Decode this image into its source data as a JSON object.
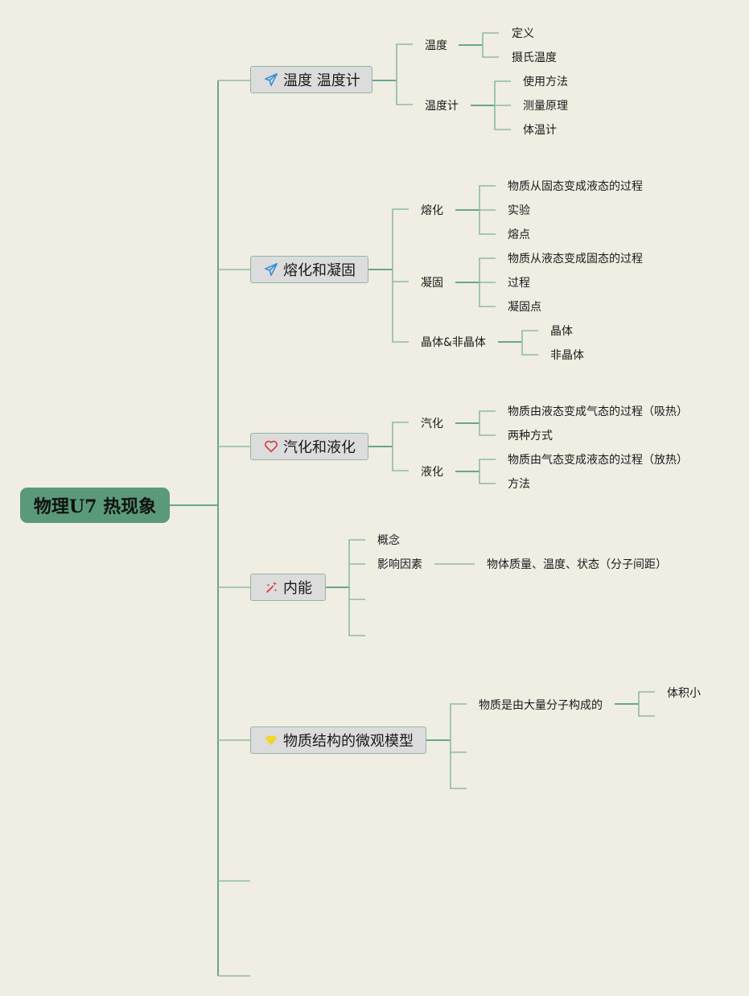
{
  "root": {
    "label": "物理U7 热现象"
  },
  "colors": {
    "background": "#f0ede3",
    "root": "#5a9a78",
    "line": "#8dbba8",
    "topic_bg": "#dcdcdc"
  },
  "topics": [
    {
      "label": "温度 温度计",
      "icon": "paper-plane-icon",
      "subs": [
        {
          "label": "温度",
          "leaves": [
            "定义",
            "摄氏温度"
          ]
        },
        {
          "label": "温度计",
          "leaves": [
            "使用方法",
            "测量原理",
            "体温计"
          ]
        }
      ]
    },
    {
      "label": "熔化和凝固",
      "icon": "paper-plane-icon",
      "subs": [
        {
          "label": "熔化",
          "leaves": [
            "物质从固态变成液态的过程",
            "实验",
            "熔点"
          ]
        },
        {
          "label": "凝固",
          "leaves": [
            "物质从液态变成固态的过程",
            "过程",
            "凝固点"
          ]
        },
        {
          "label": "晶体&非晶体",
          "leaves": [
            "晶体",
            "非晶体"
          ]
        }
      ]
    },
    {
      "label": "汽化和液化",
      "icon": "heart-icon",
      "subs": [
        {
          "label": "汽化",
          "leaves": [
            "物质由液态变成气态的过程（吸热）",
            "两种方式"
          ]
        },
        {
          "label": "液化",
          "leaves": [
            "物质由气态变成液态的过程（放热）",
            "方法"
          ]
        }
      ]
    },
    {
      "label": "内能",
      "icon": "magic-wand-icon",
      "subs": [
        {
          "label": "概念",
          "leaves": []
        },
        {
          "label": "影响因素",
          "leaves": [
            "物体质量、温度、状态（分子间距）"
          ]
        }
      ]
    },
    {
      "label": "物质结构的微观模型",
      "icon": "gem-icon",
      "subs": [
        {
          "label": "物质是由大量分子构成的",
          "leaves": [
            "体积小"
          ]
        }
      ]
    }
  ]
}
